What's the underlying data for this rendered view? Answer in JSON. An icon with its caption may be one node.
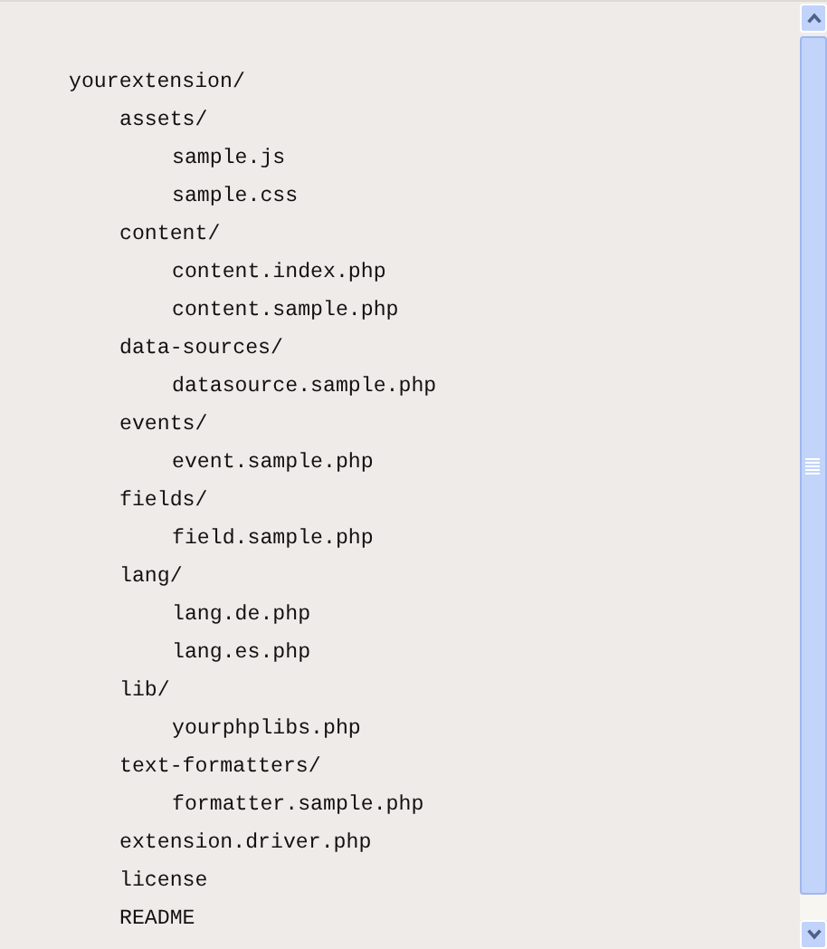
{
  "diagram": {
    "labels": [
      "yourextension/",
      "assets/",
      "sample.js",
      "sample.css",
      "content/",
      "content.index.php",
      "content.sample.php",
      "data-sources/",
      "datasource.sample.php",
      "events/",
      "event.sample.php",
      "fields/",
      "field.sample.php",
      "lang/",
      "lang.de.php",
      "lang.es.php",
      "lib/",
      "yourphplibs.php",
      "text-formatters/",
      "formatter.sample.php",
      "extension.driver.php",
      "license",
      "README"
    ]
  }
}
